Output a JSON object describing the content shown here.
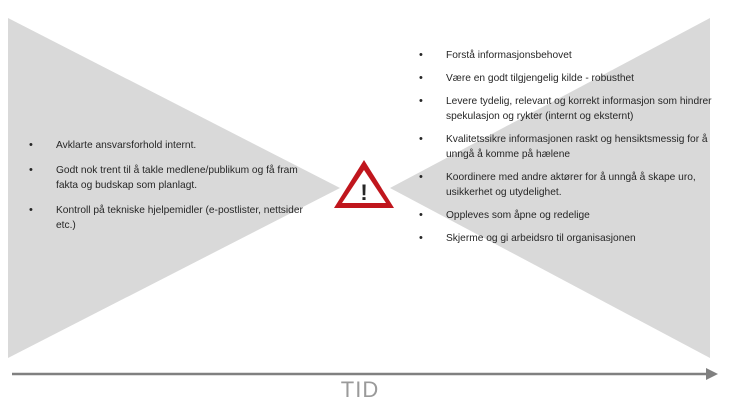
{
  "left_list": [
    "Avklarte ansvarsforhold internt.",
    "Godt nok trent til å takle medlene/publikum og få fram fakta og budskap som planlagt.",
    "Kontroll på tekniske hjelpemidler (e-postlister, nettsider etc.)"
  ],
  "right_list": [
    "Forstå informasjonsbehovet",
    "Være en godt tilgjengelig kilde - robusthet",
    "Levere tydelig, relevant og korrekt informasjon som hindrer spekulasjon og rykter (internt og eksternt)",
    "Kvalitetssikre informasjonen raskt og hensiktsmessig for å unngå å komme på hælene",
    "Koordinere med andre aktører for å unngå å skape uro, usikkerhet og utydelighet.",
    "Oppleves som åpne og redelige",
    "Skjerme og gi arbeidsro til organisasjonen"
  ],
  "axis_label": "TID",
  "warning_symbol": "!",
  "icons": {
    "warning": "warning-triangle-icon",
    "arrow": "arrow-right-icon"
  },
  "colors": {
    "shape_fill": "#d9d9d9",
    "warning_border": "#c0161d",
    "axis_line": "#808080",
    "axis_label": "#9a9a9a",
    "text": "#262626"
  }
}
